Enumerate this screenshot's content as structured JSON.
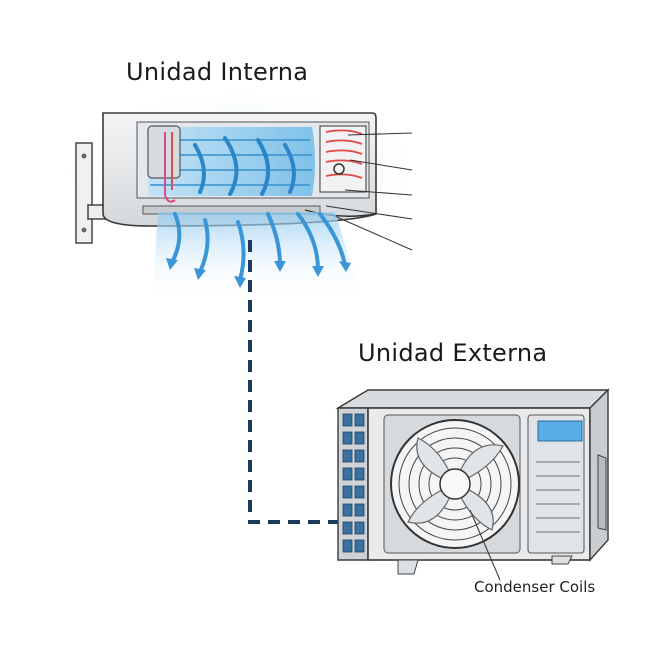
{
  "labels": {
    "indoor_unit": "Unidad Interna",
    "outdoor_unit": "Unidad Externa",
    "condenser_coils": "Condenser Coils"
  },
  "colors": {
    "cold_air": "#4aa8e0",
    "refrigerant_hot": "#e04848",
    "refrigerant_line": "#1b3a5c",
    "unit_body": "#e8eaec",
    "display_panel": "#5aaee8"
  },
  "icons": {
    "fan": "fan-icon"
  }
}
